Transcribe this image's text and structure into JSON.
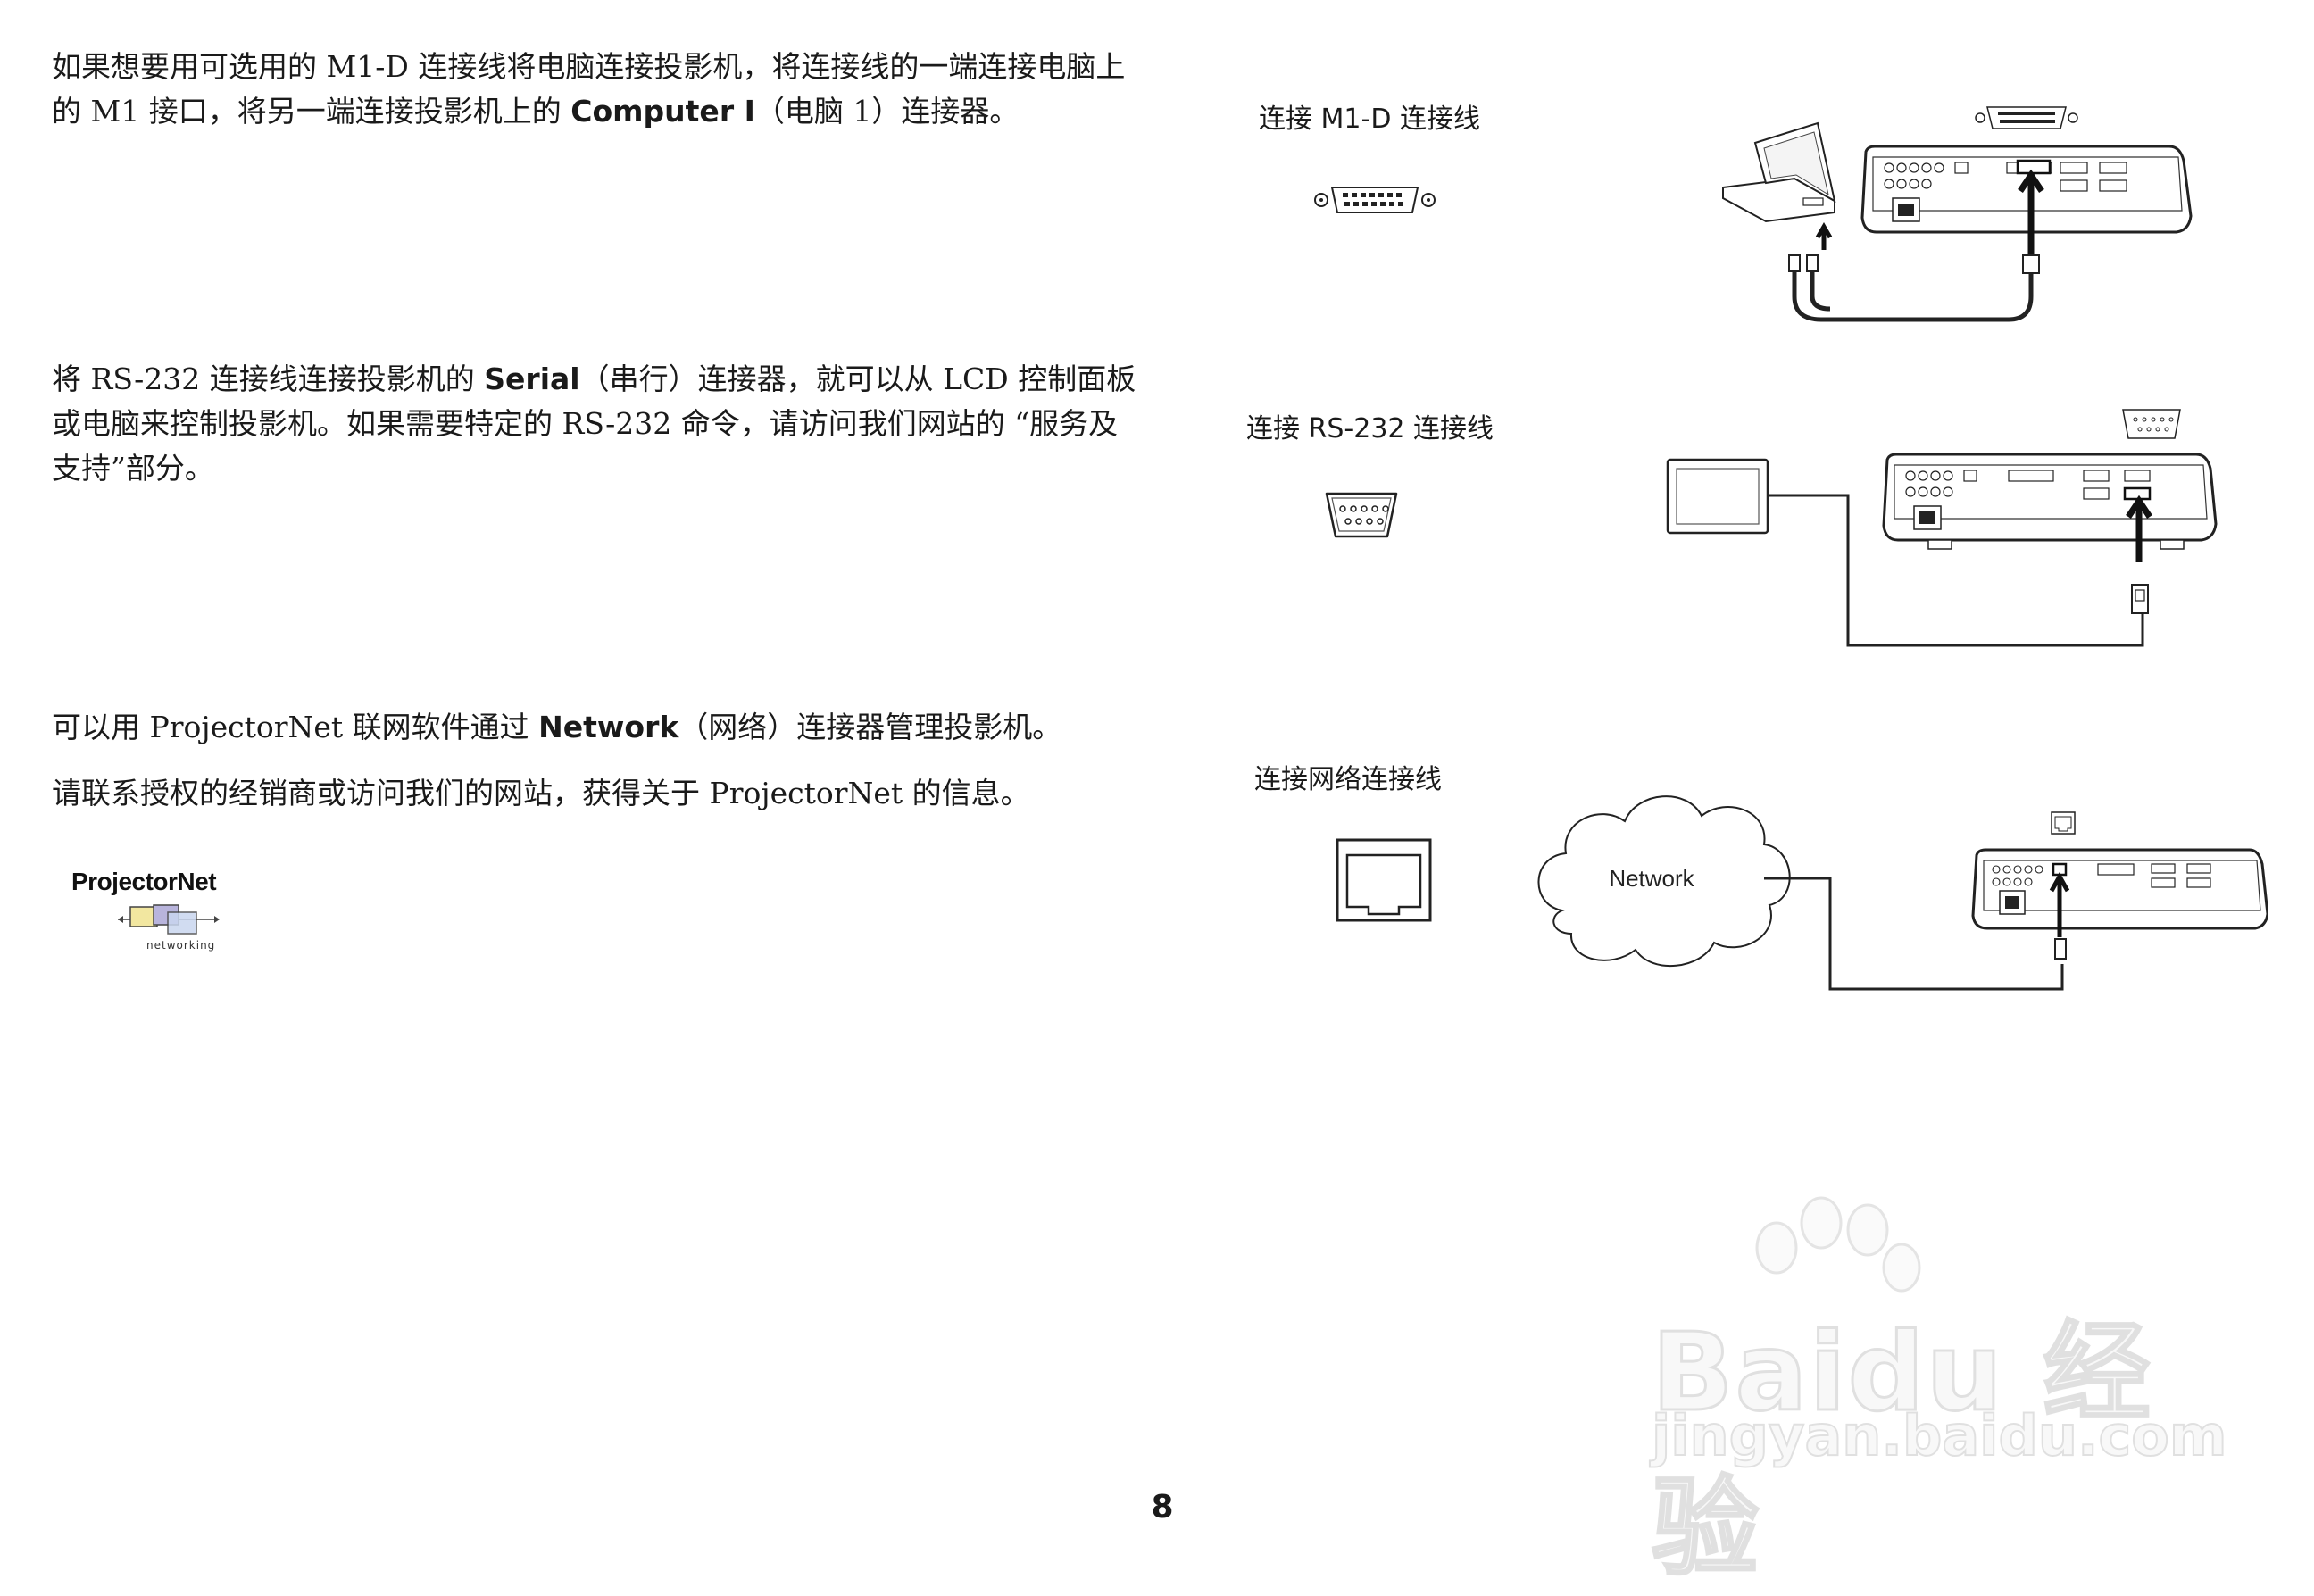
{
  "sections": [
    {
      "paragraphs": [
        {
          "parts": [
            {
              "t": "如果想要用可选用的 M1-D 连接线将电脑连接投影机，将连接线的一端连接电脑上的 M1 接口，将另一端连接投影机上的 "
            },
            {
              "t": "Computer I",
              "b": true
            },
            {
              "t": "（电脑 1）连接器。"
            }
          ]
        }
      ],
      "caption": "连接 M1-D 连接线"
    },
    {
      "paragraphs": [
        {
          "parts": [
            {
              "t": "将 RS-232 连接线连接投影机的 "
            },
            {
              "t": "Serial",
              "b": true
            },
            {
              "t": "（串行）连接器，就可以从 LCD 控制面板或电脑来控制投影机。如果需要特定的 RS-232 命令，请访问我们网站的 “服务及支持”部分。"
            }
          ]
        }
      ],
      "caption": "连接 RS-232 连接线"
    },
    {
      "paragraphs": [
        {
          "parts": [
            {
              "t": "可以用 ProjectorNet 联网软件通过 "
            },
            {
              "t": "Network",
              "b": true
            },
            {
              "t": "（网络）连接器管理投影机。"
            }
          ]
        },
        {
          "parts": [
            {
              "t": "请联系授权的经销商或访问我们的网站，获得关于 ProjectorNet 的信息。"
            }
          ]
        }
      ],
      "caption": "连接网络连接线",
      "cloud_label": "Network"
    }
  ],
  "logo": {
    "title": "ProjectorNet",
    "subtitle": "networking"
  },
  "page_number": "8",
  "watermark": {
    "main": "Baidu 经验",
    "url": "jingyan.baidu.com"
  }
}
